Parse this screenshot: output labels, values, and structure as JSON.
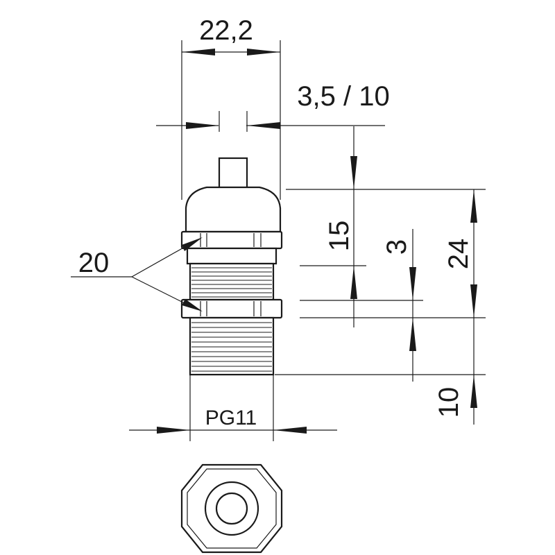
{
  "drawing": {
    "dimensions": {
      "top_width": "22,2",
      "cable_range": "3,5 / 10",
      "height_15": "15",
      "height_3": "3",
      "height_24": "24",
      "thread_len": "10",
      "nut_width": "20",
      "thread_size": "PG11"
    }
  }
}
